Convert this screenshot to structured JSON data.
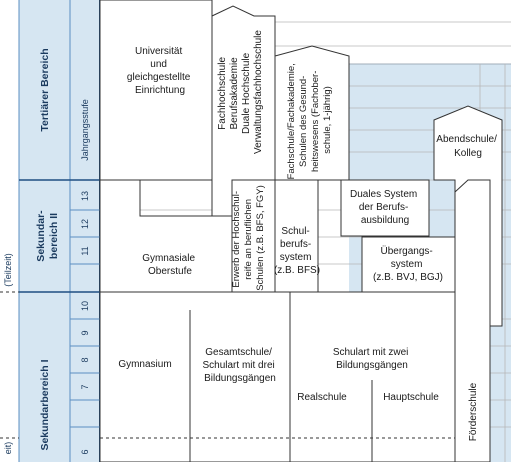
{
  "colors": {
    "band_fill": "#d6e6f2",
    "grid_blue": "#5b8fc2",
    "edge_blue": "#1f4f82",
    "line": "#333333",
    "label_text": "#1a3a5e"
  },
  "left_labels": {
    "teilzeit_top": "(Teilzeit)",
    "teilzeit_bottom": "eit)"
  },
  "sections": {
    "tertiaer": "Tertiärer Bereich",
    "sek2_line1": "Sekundar-",
    "sek2_line2": "bereich II",
    "sek1": "Sekundarbereich I"
  },
  "jahrgang_label": "Jahrgangsstufe",
  "grades": [
    "13",
    "12",
    "11",
    "10",
    "9",
    "8",
    "7",
    "6"
  ],
  "boxes": {
    "universitaet": [
      "Universität",
      "und",
      "gleichgestellte",
      "Einrichtung"
    ],
    "fachhochschule": [
      "Fachhochschule",
      "Berufsakademie",
      "Duale Hochschule",
      "Verwaltungsfachhochschule"
    ],
    "fachschule": [
      "Fachschule/Fachakademie,",
      "Schulen des Gesund-",
      "heitswesens (Fachober-",
      "schule, 1-jährig)"
    ],
    "abendschule": [
      "Abendschule/",
      "Kolleg"
    ],
    "duales_system": [
      "Duales System",
      "der Berufs-",
      "ausbildung"
    ],
    "erwerb": [
      "Erwerb der Hochschul-",
      "reife an beruflichen",
      "Schulen (z.B. BFS, FGY)"
    ],
    "schulberufssystem": [
      "Schul-",
      "berufs-",
      "system",
      "(z.B. BFS)"
    ],
    "uebergangssystem": [
      "Übergangs-",
      "system",
      "(z.B. BVJ, BGJ)"
    ],
    "gymnasiale_oberstufe": [
      "Gymnasiale",
      "Oberstufe"
    ],
    "gymnasium": [
      "Gymnasium"
    ],
    "gesamtschule": [
      "Gesamtschule/",
      "Schulart mit drei",
      "Bildungsgängen"
    ],
    "schulart_zwei": [
      "Schulart mit zwei",
      "Bildungsgängen"
    ],
    "realschule": [
      "Realschule"
    ],
    "hauptschule": [
      "Hauptschule"
    ],
    "foerderschule": [
      "Förderschule"
    ]
  }
}
